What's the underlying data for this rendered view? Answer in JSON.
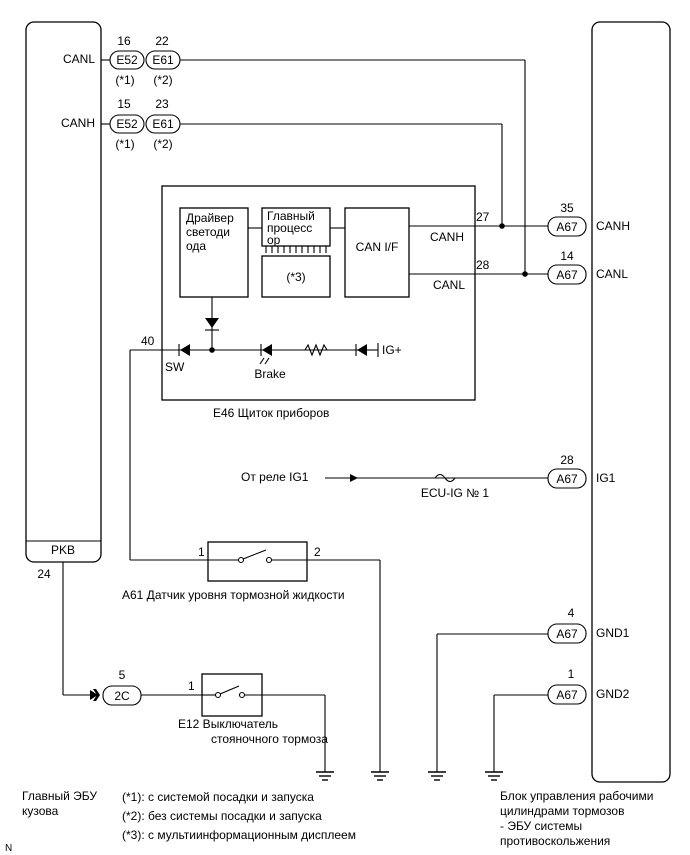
{
  "left_ecu": {
    "pins": {
      "canl": "CANL",
      "canh": "CANH",
      "pkb": "PKB"
    },
    "pin_24": "24",
    "label": [
      "Главный ЭБУ",
      "кузова"
    ]
  },
  "right_ecu": {
    "label": [
      "Блок управления рабочими",
      "цилиндрами тормозов",
      "- ЭБУ системы",
      "противоскольжения"
    ],
    "pins": [
      {
        "num": "35",
        "connector": "A67",
        "name": "CANH"
      },
      {
        "num": "14",
        "connector": "A67",
        "name": "CANL"
      },
      {
        "num": "28",
        "connector": "A67",
        "name": "IG1"
      },
      {
        "num": "4",
        "connector": "A67",
        "name": "GND1"
      },
      {
        "num": "1",
        "connector": "A67",
        "name": "GND2"
      }
    ]
  },
  "junctions": {
    "canl": {
      "e52_pin": "16",
      "e61_pin": "22",
      "e52": "E52",
      "e61": "E61",
      "note1": "(*1)",
      "note2": "(*2)"
    },
    "canh": {
      "e52_pin": "15",
      "e61_pin": "23",
      "e52": "E52",
      "e61": "E61",
      "note1": "(*1)",
      "note2": "(*2)"
    }
  },
  "cluster": {
    "caption": "E46  Щиток приборов",
    "led_driver": [
      "Драйвер",
      "светоди",
      "ода"
    ],
    "cpu": [
      "Главный",
      "процесс",
      "ор"
    ],
    "mid": "(*3)",
    "canif": "CAN I/F",
    "canh": "CANH",
    "canl": "CANL",
    "pin_canh": "27",
    "pin_canl": "28",
    "pin_sw": "40",
    "sw": "SW",
    "brake": "Brake",
    "ig": "IG+"
  },
  "relay": {
    "from": "От реле IG1",
    "fuse": "ECU-IG № 1"
  },
  "fluid_sensor": {
    "pin1": "1",
    "pin2": "2",
    "label": "A61  Датчик уровня тормозной жидкости"
  },
  "parking": {
    "conn_pin": "5",
    "connector": "2C",
    "sw_pin": "1",
    "label": [
      "E12  Выключатель",
      "стояночного тормоза"
    ]
  },
  "notes": [
    "(*1): с системой посадки и запуска",
    "(*2): без системы посадки и запуска",
    "(*3): с мультиинформационным дисплеем"
  ],
  "corner": "N"
}
